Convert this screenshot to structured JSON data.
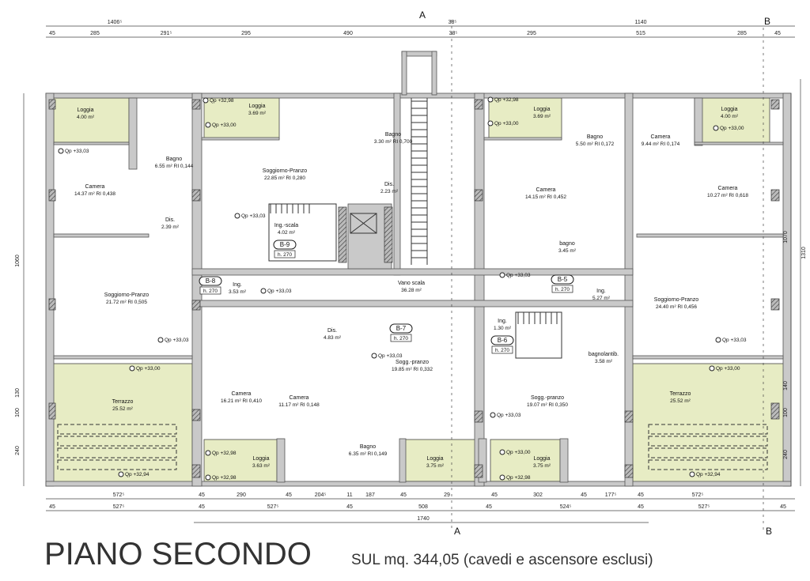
{
  "title": "PIANO SECONDO",
  "subtitle": "SUL  mq. 344,05  (cavedi e ascensore esclusi)",
  "section_markers": {
    "a": "A",
    "b": "B"
  },
  "colors": {
    "wall": "#c9c9c9",
    "loggia_fill": "#e7ecc4",
    "line": "#333333"
  },
  "dimensions": {
    "top_total": [
      "1406⁵",
      "38⁵",
      "1140"
    ],
    "top_partial": [
      "45",
      "285",
      "291⁵",
      "295",
      "490",
      "38⁵",
      "295",
      "515",
      "285",
      "45"
    ],
    "bottom_partial": [
      "572⁵",
      "45",
      "290",
      "45",
      "204⁵",
      "11",
      "187",
      "45",
      "29",
      "45",
      "302",
      "45",
      "177⁵",
      "45",
      "572⁵"
    ],
    "bottom_total": [
      "45",
      "527⁵",
      "45",
      "527⁵",
      "45",
      "508",
      "45",
      "524⁵",
      "45",
      "527⁵",
      "45"
    ],
    "bottom_overall": "1740",
    "left": [
      "1060",
      "130",
      "100",
      "240"
    ],
    "right": [
      "1070",
      "1310",
      "140",
      "100",
      "240"
    ]
  },
  "elevations": {
    "qp1": "Qp +33,03",
    "qp2": "Qp +33,00",
    "qp3": "Qp +32,98",
    "qp4": "Qp +32,94"
  },
  "rooms": [
    {
      "name": "Loggia",
      "area": "4.00 m²"
    },
    {
      "name": "Loggia",
      "area": "3.69 m²"
    },
    {
      "name": "Camera",
      "area": "14.37 m²  RI 0,438"
    },
    {
      "name": "Bagno",
      "area": "6.55 m²  RI 0,144"
    },
    {
      "name": "Soggiorno-Pranzo",
      "area": "22.85 m²  RI 0,280"
    },
    {
      "name": "Bagno",
      "area": "3.30 m²  RI 0,700"
    },
    {
      "name": "Dis.",
      "area": "2.23 m²"
    },
    {
      "name": "Dis.",
      "area": "2.39 m²"
    },
    {
      "name": "Ing.-scala",
      "area": "4.02 m²",
      "code": "B-9",
      "height": "h. 270"
    },
    {
      "name": "Loggia",
      "area": "3.69 m²"
    },
    {
      "name": "Bagno",
      "area": "5.50 m²  RI 0,172"
    },
    {
      "name": "Camera",
      "area": "9.44 m²  RI 0,174"
    },
    {
      "name": "Loggia",
      "area": "4.00 m²"
    },
    {
      "name": "Camera",
      "area": "14.15 m²  RI 0,452"
    },
    {
      "name": "Camera",
      "area": "10.27 m²  RI 0,618"
    },
    {
      "name": "bagno",
      "area": "3.45 m²"
    },
    {
      "name": "Soggiorno-Pranzo",
      "area": "21.72 m²  RI 0,505"
    },
    {
      "name": "Ing.",
      "area": "3.53 m²",
      "code": "B-8",
      "height": "h. 270"
    },
    {
      "name": "Vano scala",
      "area": "36.28 m²"
    },
    {
      "name": "Ing.",
      "area": "5.27 m²",
      "code": "B-5",
      "height": "h. 270"
    },
    {
      "name": "Soggiorno-Pranzo",
      "area": "24.40 m²  RI 0,456"
    },
    {
      "name": "Terrazzo",
      "area": "25.52 m²"
    },
    {
      "name": "Camera",
      "area": "16.21 m²  RI 0,410"
    },
    {
      "name": "Camera",
      "area": "11.17 m²  RI 0,148"
    },
    {
      "name": "Dis.",
      "area": "4.83 m²"
    },
    {
      "name": "Sogg.-pranzo",
      "area": "19.85 m²  RI 0,332",
      "code": "B-7",
      "height": "h. 270"
    },
    {
      "name": "Bagno",
      "area": "6.35 m²  RI 0,149"
    },
    {
      "name": "Loggia",
      "area": "3.63 m²"
    },
    {
      "name": "Loggia",
      "area": "3.75 m²"
    },
    {
      "name": "Loggia",
      "area": "3.75 m²"
    },
    {
      "name": "Ing.",
      "area": "1.30 m²",
      "code": "B-6",
      "height": "h. 270"
    },
    {
      "name": "bagnolantib.",
      "area": "3.58 m²"
    },
    {
      "name": "Sogg.-pranzo",
      "area": "19.07 m²  RI 0,350"
    },
    {
      "name": "Terrazzo",
      "area": "25.52 m²"
    }
  ]
}
